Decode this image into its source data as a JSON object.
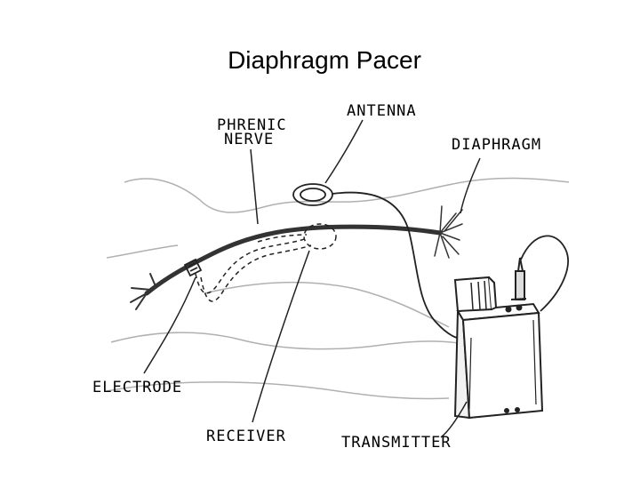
{
  "title": "Diaphragm Pacer",
  "labels": {
    "phrenic_1": "PHRENIC",
    "phrenic_2": "NERVE",
    "antenna": "ANTENNA",
    "diaphragm": "DIAPHRAGM",
    "electrode": "ELECTRODE",
    "receiver": "RECEIVER",
    "transmitter": "TRANSMITTER"
  }
}
